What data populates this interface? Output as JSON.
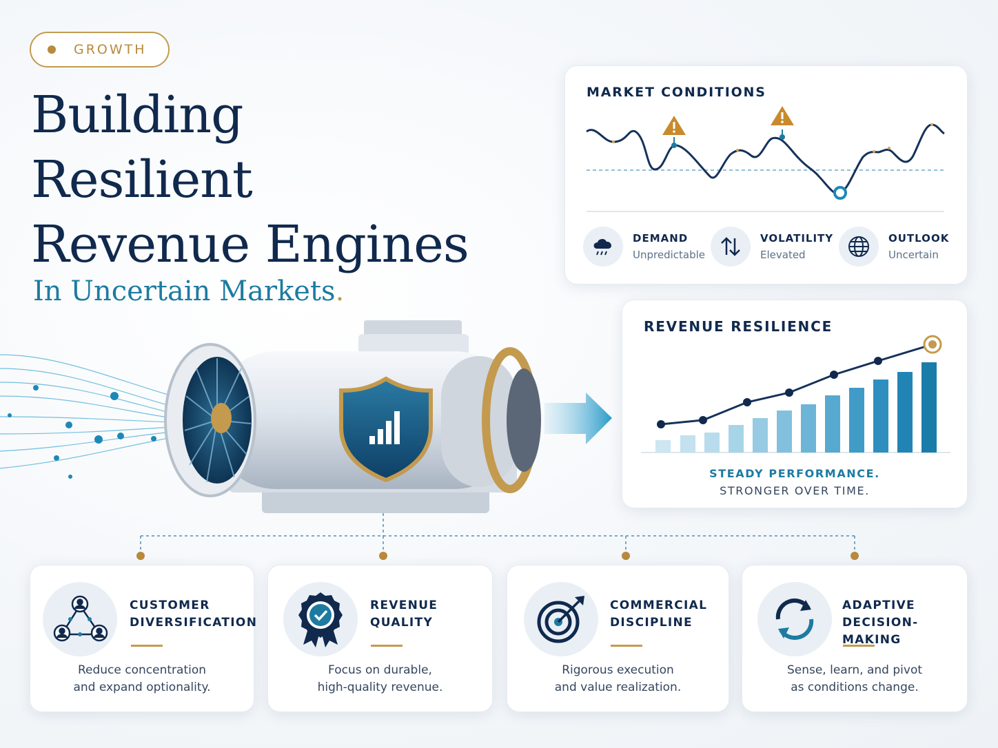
{
  "badge": {
    "label": "GROWTH"
  },
  "hero": {
    "title_lines": [
      "Building",
      "Resilient",
      "Revenue Engines"
    ],
    "subtitle": "In Uncertain Markets",
    "subtitle_punct": "."
  },
  "market_conditions": {
    "title": "MARKET CONDITIONS",
    "stats": [
      {
        "label": "DEMAND",
        "value": "Unpredictable",
        "icon": "storm-cloud-icon"
      },
      {
        "label": "VOLATILITY",
        "value": "Elevated",
        "icon": "up-down-arrows-icon"
      },
      {
        "label": "OUTLOOK",
        "value": "Uncertain",
        "icon": "globe-icon"
      }
    ]
  },
  "revenue_resilience": {
    "title": "REVENUE RESILIENCE",
    "caption_line1": "STEADY PERFORMANCE.",
    "caption_line2": "STRONGER OVER TIME."
  },
  "features": [
    {
      "title_line1": "CUSTOMER",
      "title_line2": "DIVERSIFICATION",
      "desc_line1": "Reduce concentration",
      "desc_line2": "and expand optionality.",
      "icon": "customer-network-icon"
    },
    {
      "title_line1": "REVENUE",
      "title_line2": "QUALITY",
      "desc_line1": "Focus on durable,",
      "desc_line2": "high-quality revenue.",
      "icon": "quality-badge-icon"
    },
    {
      "title_line1": "COMMERCIAL",
      "title_line2": "DISCIPLINE",
      "desc_line1": "Rigorous execution",
      "desc_line2": "and value realization.",
      "icon": "target-icon"
    },
    {
      "title_line1": "ADAPTIVE",
      "title_line2": "DECISION-MAKING",
      "desc_line1": "Sense, learn, and pivot",
      "desc_line2": "as conditions change.",
      "icon": "refresh-cycle-icon"
    }
  ],
  "colors": {
    "navy": "#10294d",
    "teal": "#1d7ba1",
    "gold": "#c39a4e",
    "warning": "#c98a2c"
  }
}
